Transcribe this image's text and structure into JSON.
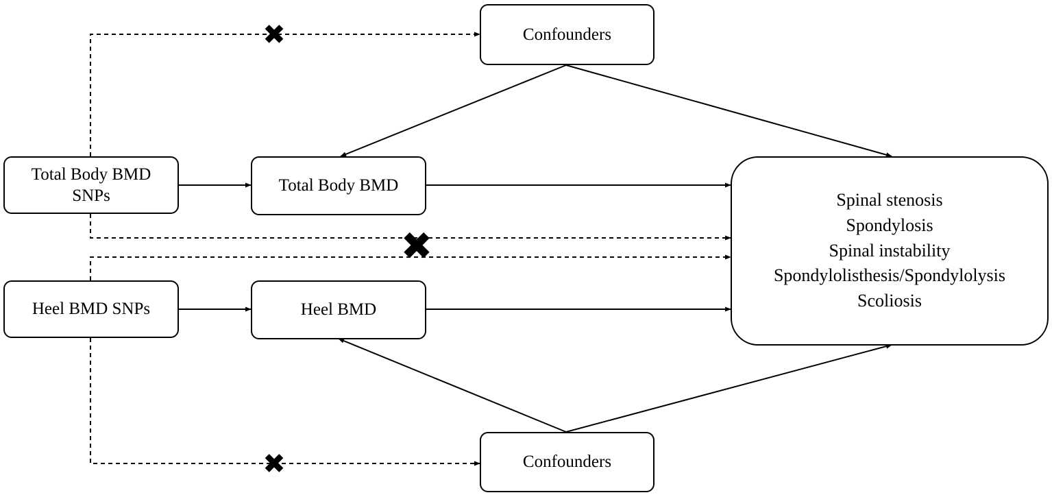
{
  "nodes": {
    "confounders_top": "Confounders",
    "total_body_snps": [
      "Total Body BMD",
      "SNPs"
    ],
    "total_body_bmd": "Total Body BMD",
    "heel_snps": "Heel BMD SNPs",
    "heel_bmd": "Heel BMD",
    "confounders_bottom": "Confounders",
    "outcomes": [
      "Spinal stenosis",
      "Spondylosis",
      "Spinal instability",
      "Spondylolisthesis/Spondylolysis",
      "Scoliosis"
    ]
  },
  "blocked_path_icon": "cross-icon",
  "colors": {
    "line": "#000000",
    "background": "#ffffff"
  }
}
